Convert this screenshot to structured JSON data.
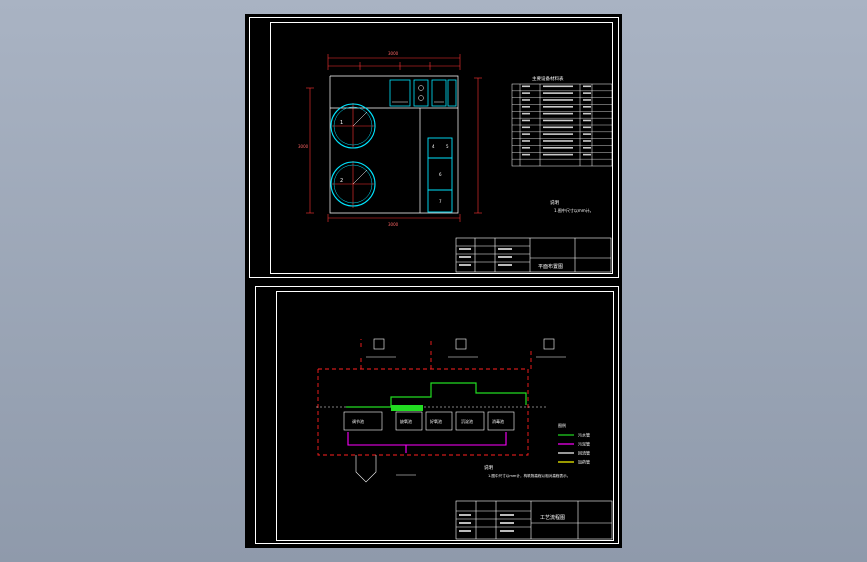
{
  "sheet1": {
    "table_title": "主要设备材料表",
    "table_rows": 11,
    "dim_top": "3000",
    "dim_left": "3000",
    "dim_bottom": "3000",
    "note_label": "说明",
    "note_text": "1.图中尺寸以mm计。",
    "title_block_title": "平面布置图",
    "tank_labels": [
      "1",
      "2"
    ],
    "box_labels": [
      "4",
      "5",
      "6",
      "7"
    ]
  },
  "sheet2": {
    "title_block_title": "工艺流程图",
    "note_label": "说明",
    "note_text": "1.图中尺寸以mm计，构筑物高程以相对高程表示。",
    "legend_title": "图例",
    "legend_items": [
      "污水管",
      "污泥管",
      "回流管",
      "加药管"
    ],
    "legend_colors": [
      "#22dd22",
      "#ff00ff",
      "#ffffff",
      "#ffff00"
    ],
    "process_labels": [
      "调节池",
      "缺氧池",
      "好氧池",
      "沉淀池",
      "消毒池"
    ]
  },
  "colors": {
    "background": "#000000",
    "frame": "#ffffff",
    "dimension": "#ff3333",
    "outline": "#00e5ff",
    "flow": "#22dd22",
    "sludge": "#ff00ff",
    "boundary": "#ff2020"
  }
}
